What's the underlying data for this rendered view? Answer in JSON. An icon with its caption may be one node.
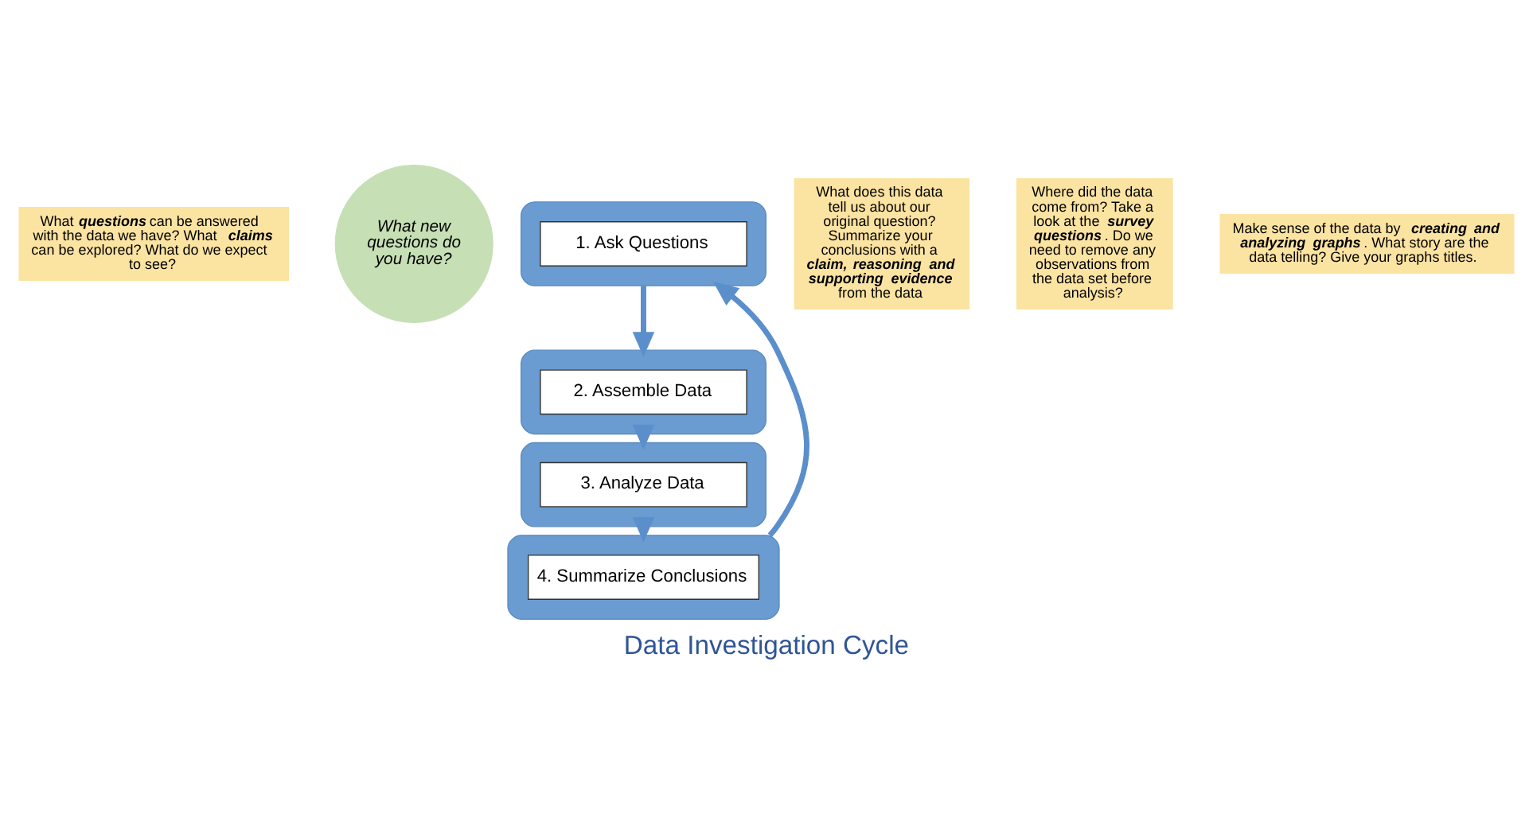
{
  "diagram": {
    "title": "Data Investigation Cycle",
    "nodes": [
      {
        "text": [
          "What **questions** can be answered with the data we have? What **claims** can be explored? What do we expect to see?"
        ]
      },
      {
        "text": [
          "What new questions do you have?"
        ]
      },
      {
        "text": [],
        "shape": "box"
      },
      {
        "text": [
          "1. Ask Questions"
        ],
        "in": 2
      },
      {
        "text": [
          "What does this data tell us about our original question? Summarize your conclusions with a **claim, reasoning and supporting evidence** from the data"
        ]
      },
      {
        "text": [],
        "shape": "box"
      },
      {
        "text": [
          "4. Summarize Conclusions"
        ],
        "in": 5
      },
      {
        "text": [],
        "shape": "box"
      },
      {
        "text": [
          "2. Assemble Data"
        ],
        "in": 7
      },
      {
        "text": [
          "Where did the data come from? Take a look at the **survey questions**. Do we need to remove any observations from the data set before analysis?"
        ]
      },
      {
        "text": [],
        "shape": "box"
      },
      {
        "text": [
          "3. Analyze Data"
        ],
        "in": 10
      },
      {
        "text": [
          "Make sense of the data by **creating and analyzing graphs**. What story are the data telling? Give your graphs titles."
        ]
      }
    ],
    "edges": [
      {
        "from": 2,
        "to": 7,
        "arrow": "to"
      },
      {
        "from": 7,
        "to": 10,
        "arrow": "to"
      },
      {
        "from": 10,
        "to": 5,
        "arrow": "to"
      },
      {
        "from": 5,
        "to": 2,
        "arrow": "to"
      }
    ]
  }
}
